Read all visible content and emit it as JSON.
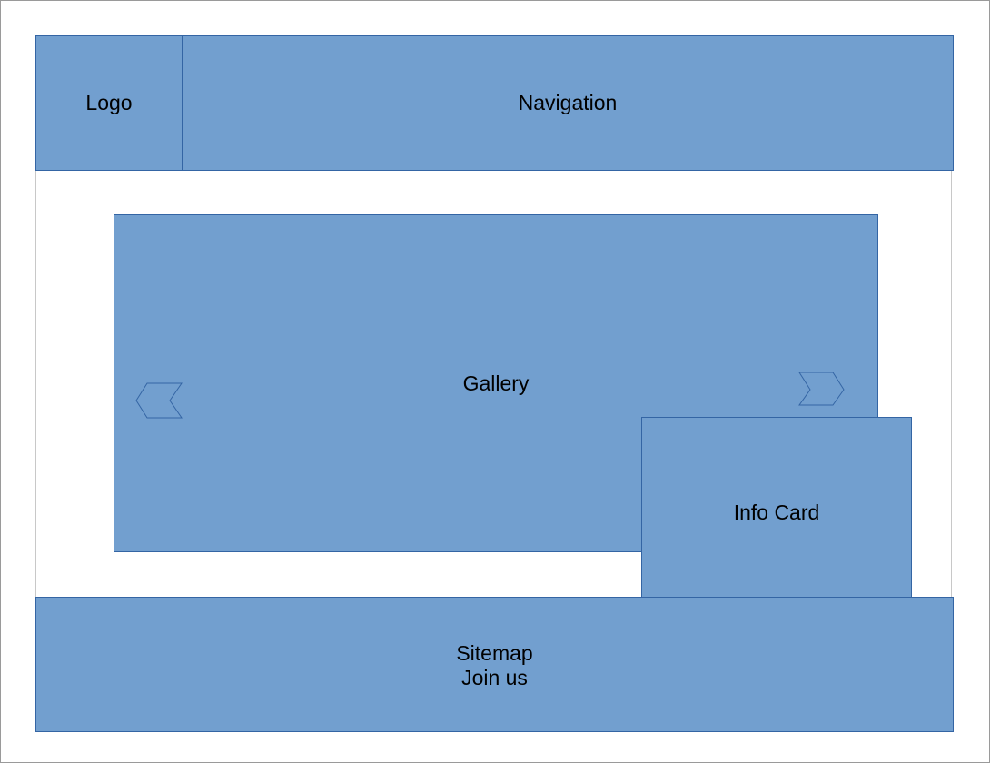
{
  "header": {
    "logo_label": "Logo",
    "navigation_label": "Navigation"
  },
  "gallery": {
    "label": "Gallery",
    "prev_icon": "chevron-left-icon",
    "next_icon": "chevron-right-icon"
  },
  "info_card": {
    "label": "Info Card"
  },
  "footer": {
    "lines": [
      "Sitemap",
      "Join us"
    ]
  },
  "colors": {
    "block_fill": "#729fcf",
    "block_border": "#3465a4",
    "text": "#000000",
    "background": "#ffffff"
  }
}
